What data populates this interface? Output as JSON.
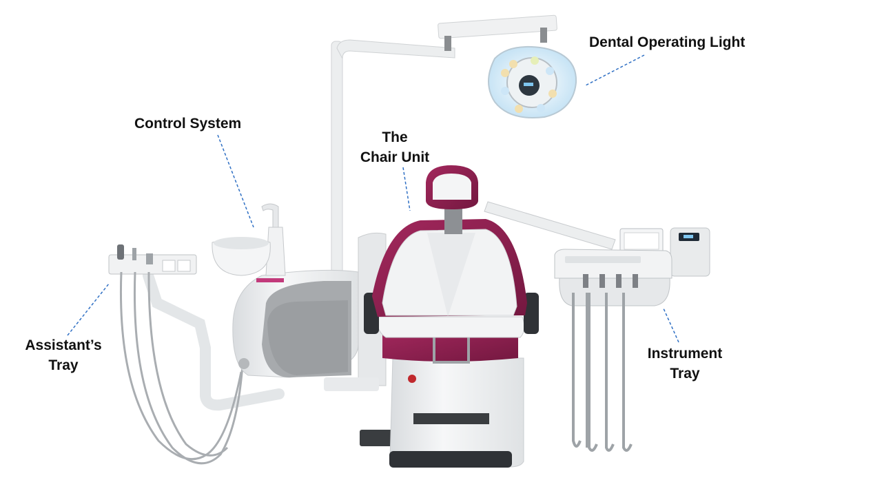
{
  "labels": {
    "dental_operating_light": "Dental Operating Light",
    "control_system": "Control System",
    "chair_unit": [
      "The",
      "Chair Unit"
    ],
    "assistants_tray": [
      "Assistant’s",
      "Tray"
    ],
    "instrument_tray": [
      "Instrument",
      "Tray"
    ]
  },
  "colors": {
    "upholstery": "#8c1e4e",
    "body": "#eef0f1",
    "shadow_panel": "#a7aaad",
    "leader_line": "#2e6fc4",
    "label_text": "#111111",
    "hose": "#9ea3a7"
  }
}
